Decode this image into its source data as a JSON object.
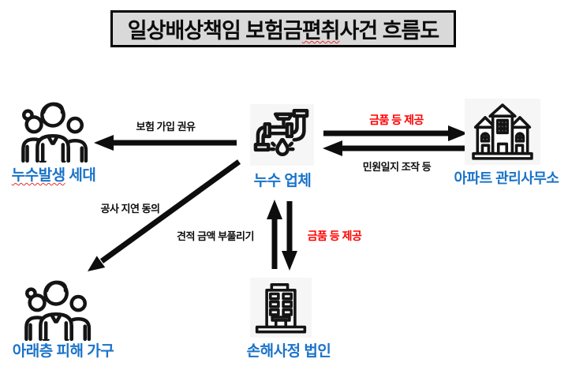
{
  "colors": {
    "label_blue": "#1A73C8",
    "alert_red": "#FF0000",
    "arrow_black": "#0d0d0d",
    "title_bg": "#D9D9D9"
  },
  "title": {
    "pre": "일상배상책임 보험금 ",
    "flagged": "편취",
    "post": " 사건 흐름도"
  },
  "nodes": {
    "leak_household": {
      "flagged": "누수발생",
      "rest": " 세대",
      "icon": "family-icon"
    },
    "leak_company": {
      "label": "누수 업체",
      "icon": "pipe-leak-icon"
    },
    "apartment_office": {
      "label": "아파트 관리사무소",
      "icon": "apartment-building-icon"
    },
    "downstairs_household": {
      "label": "아래층 피해 가구",
      "icon": "family-icon"
    },
    "loss_adjuster": {
      "label": "손해사정 법인",
      "icon": "office-building-icon"
    }
  },
  "edges": {
    "insurance_recommend": {
      "label": "보험 가입 권유",
      "from": "leak_company",
      "to": "leak_household"
    },
    "bribe_to_office": {
      "label": "금품 등 제공",
      "from": "leak_company",
      "to": "apartment_office"
    },
    "complaint_log": {
      "label": "민원일지 조작 등",
      "from": "apartment_office",
      "to": "leak_company"
    },
    "construction_delay": {
      "label": "공사 지연 동의",
      "from": "leak_company",
      "to": "downstairs_household"
    },
    "estimate_inflation": {
      "label": "견적 금액 부풀리기",
      "from": "loss_adjuster",
      "to": "leak_company"
    },
    "bribe_to_adjuster": {
      "label": "금품 등 제공",
      "from": "leak_company",
      "to": "loss_adjuster"
    }
  }
}
